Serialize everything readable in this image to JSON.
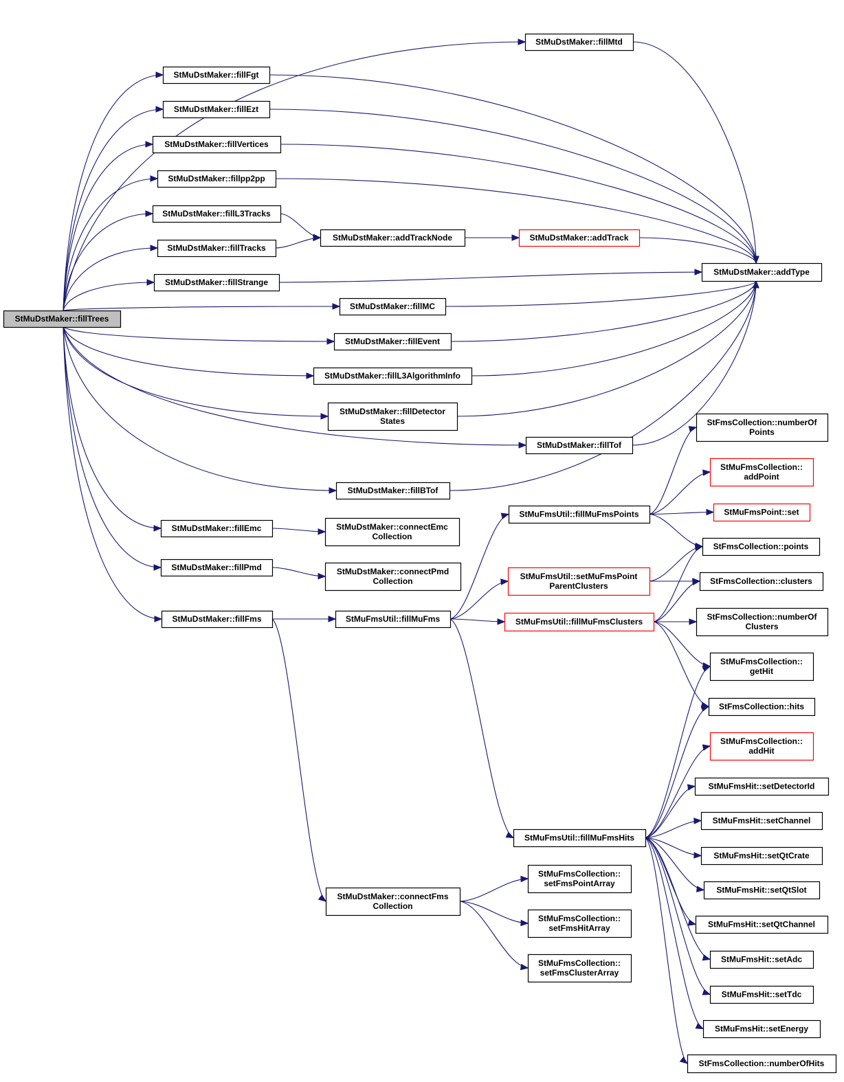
{
  "colors": {
    "edge": "#191970",
    "border_normal": "#000000",
    "border_truncated": "#ff0000",
    "root_fill": "#bfbfbf",
    "node_fill": "#ffffff"
  },
  "nodes": [
    {
      "id": "fillTrees",
      "lines": [
        "StMuDstMaker::fillTrees"
      ],
      "root": true
    },
    {
      "id": "fillMtd",
      "lines": [
        "StMuDstMaker::fillMtd"
      ]
    },
    {
      "id": "fillFgt",
      "lines": [
        "StMuDstMaker::fillFgt"
      ]
    },
    {
      "id": "fillEzt",
      "lines": [
        "StMuDstMaker::fillEzt"
      ]
    },
    {
      "id": "fillVertices",
      "lines": [
        "StMuDstMaker::fillVertices"
      ]
    },
    {
      "id": "fillpp2pp",
      "lines": [
        "StMuDstMaker::fillpp2pp"
      ]
    },
    {
      "id": "fillL3Tracks",
      "lines": [
        "StMuDstMaker::fillL3Tracks"
      ]
    },
    {
      "id": "fillTracks",
      "lines": [
        "StMuDstMaker::fillTracks"
      ]
    },
    {
      "id": "addTrackNode",
      "lines": [
        "StMuDstMaker::addTrackNode"
      ]
    },
    {
      "id": "addTrack",
      "lines": [
        "StMuDstMaker::addTrack"
      ],
      "truncated": true
    },
    {
      "id": "fillStrange",
      "lines": [
        "StMuDstMaker::fillStrange"
      ]
    },
    {
      "id": "addType",
      "lines": [
        "StMuDstMaker::addType"
      ]
    },
    {
      "id": "fillMC",
      "lines": [
        "StMuDstMaker::fillMC"
      ]
    },
    {
      "id": "fillEvent",
      "lines": [
        "StMuDstMaker::fillEvent"
      ]
    },
    {
      "id": "fillL3AlgorithmInfo",
      "lines": [
        "StMuDstMaker::fillL3AlgorithmInfo"
      ]
    },
    {
      "id": "fillDetectorStates",
      "lines": [
        "StMuDstMaker::fillDetector",
        "States"
      ]
    },
    {
      "id": "fillTof",
      "lines": [
        "StMuDstMaker::fillTof"
      ]
    },
    {
      "id": "fillBTof",
      "lines": [
        "StMuDstMaker::fillBTof"
      ]
    },
    {
      "id": "fillEmc",
      "lines": [
        "StMuDstMaker::fillEmc"
      ]
    },
    {
      "id": "connectEmc",
      "lines": [
        "StMuDstMaker::connectEmc",
        "Collection"
      ]
    },
    {
      "id": "fillPmd",
      "lines": [
        "StMuDstMaker::fillPmd"
      ]
    },
    {
      "id": "connectPmd",
      "lines": [
        "StMuDstMaker::connectPmd",
        "Collection"
      ]
    },
    {
      "id": "fillFms",
      "lines": [
        "StMuDstMaker::fillFms"
      ]
    },
    {
      "id": "fillMuFms",
      "lines": [
        "StMuFmsUtil::fillMuFms"
      ]
    },
    {
      "id": "fillMuFmsPoints",
      "lines": [
        "StMuFmsUtil::fillMuFmsPoints"
      ]
    },
    {
      "id": "setMuFmsPointParentClusters",
      "lines": [
        "StMuFmsUtil::setMuFmsPoint",
        "ParentClusters"
      ],
      "truncated": true
    },
    {
      "id": "fillMuFmsClusters",
      "lines": [
        "StMuFmsUtil::fillMuFmsClusters"
      ],
      "truncated": true
    },
    {
      "id": "numberOfPoints",
      "lines": [
        "StFmsCollection::numberOf",
        "Points"
      ]
    },
    {
      "id": "addPoint",
      "lines": [
        "StMuFmsCollection::",
        "addPoint"
      ],
      "truncated": true
    },
    {
      "id": "pointSet",
      "lines": [
        "StMuFmsPoint::set"
      ],
      "truncated": true
    },
    {
      "id": "points",
      "lines": [
        "StFmsCollection::points"
      ]
    },
    {
      "id": "clusters",
      "lines": [
        "StFmsCollection::clusters"
      ]
    },
    {
      "id": "numberOfClusters",
      "lines": [
        "StFmsCollection::numberOf",
        "Clusters"
      ]
    },
    {
      "id": "getHit",
      "lines": [
        "StMuFmsCollection::",
        "getHit"
      ]
    },
    {
      "id": "hits",
      "lines": [
        "StFmsCollection::hits"
      ]
    },
    {
      "id": "addHit",
      "lines": [
        "StMuFmsCollection::",
        "addHit"
      ],
      "truncated": true
    },
    {
      "id": "setDetectorId",
      "lines": [
        "StMuFmsHit::setDetectorId"
      ]
    },
    {
      "id": "setChannel",
      "lines": [
        "StMuFmsHit::setChannel"
      ]
    },
    {
      "id": "setQtCrate",
      "lines": [
        "StMuFmsHit::setQtCrate"
      ]
    },
    {
      "id": "setQtSlot",
      "lines": [
        "StMuFmsHit::setQtSlot"
      ]
    },
    {
      "id": "setQtChannel",
      "lines": [
        "StMuFmsHit::setQtChannel"
      ]
    },
    {
      "id": "setAdc",
      "lines": [
        "StMuFmsHit::setAdc"
      ]
    },
    {
      "id": "setTdc",
      "lines": [
        "StMuFmsHit::setTdc"
      ]
    },
    {
      "id": "setEnergy",
      "lines": [
        "StMuFmsHit::setEnergy"
      ]
    },
    {
      "id": "numberOfHits",
      "lines": [
        "StFmsCollection::numberOfHits"
      ]
    },
    {
      "id": "fillMuFmsHits",
      "lines": [
        "StMuFmsUtil::fillMuFmsHits"
      ]
    },
    {
      "id": "connectFms",
      "lines": [
        "StMuDstMaker::connectFms",
        "Collection"
      ]
    },
    {
      "id": "setFmsPointArray",
      "lines": [
        "StMuFmsCollection::",
        "setFmsPointArray"
      ]
    },
    {
      "id": "setFmsHitArray",
      "lines": [
        "StMuFmsCollection::",
        "setFmsHitArray"
      ]
    },
    {
      "id": "setFmsClusterArray",
      "lines": [
        "StMuFmsCollection::",
        "setFmsClusterArray"
      ]
    }
  ],
  "edges": [
    [
      "fillTrees",
      "fillMtd"
    ],
    [
      "fillTrees",
      "fillFgt"
    ],
    [
      "fillTrees",
      "fillEzt"
    ],
    [
      "fillTrees",
      "fillVertices"
    ],
    [
      "fillTrees",
      "fillpp2pp"
    ],
    [
      "fillTrees",
      "fillL3Tracks"
    ],
    [
      "fillTrees",
      "fillTracks"
    ],
    [
      "fillTrees",
      "fillStrange"
    ],
    [
      "fillTrees",
      "fillMC"
    ],
    [
      "fillTrees",
      "fillEvent"
    ],
    [
      "fillTrees",
      "fillL3AlgorithmInfo"
    ],
    [
      "fillTrees",
      "fillDetectorStates"
    ],
    [
      "fillTrees",
      "fillTof"
    ],
    [
      "fillTrees",
      "fillBTof"
    ],
    [
      "fillTrees",
      "fillEmc"
    ],
    [
      "fillTrees",
      "fillPmd"
    ],
    [
      "fillTrees",
      "fillFms"
    ],
    [
      "fillMtd",
      "addType"
    ],
    [
      "fillFgt",
      "addType"
    ],
    [
      "fillEzt",
      "addType"
    ],
    [
      "fillVertices",
      "addType"
    ],
    [
      "fillpp2pp",
      "addType"
    ],
    [
      "fillL3Tracks",
      "addTrackNode"
    ],
    [
      "fillTracks",
      "addTrackNode"
    ],
    [
      "addTrackNode",
      "addTrack"
    ],
    [
      "addTrack",
      "addType"
    ],
    [
      "fillStrange",
      "addType"
    ],
    [
      "fillMC",
      "addType"
    ],
    [
      "fillEvent",
      "addType"
    ],
    [
      "fillL3AlgorithmInfo",
      "addType"
    ],
    [
      "fillDetectorStates",
      "addType"
    ],
    [
      "fillTof",
      "addType"
    ],
    [
      "fillBTof",
      "addType"
    ],
    [
      "fillEmc",
      "connectEmc"
    ],
    [
      "fillPmd",
      "connectPmd"
    ],
    [
      "fillFms",
      "fillMuFms"
    ],
    [
      "fillFms",
      "connectFms"
    ],
    [
      "fillMuFms",
      "fillMuFmsPoints"
    ],
    [
      "fillMuFms",
      "setMuFmsPointParentClusters"
    ],
    [
      "fillMuFms",
      "fillMuFmsClusters"
    ],
    [
      "fillMuFms",
      "fillMuFmsHits"
    ],
    [
      "fillMuFmsPoints",
      "numberOfPoints"
    ],
    [
      "fillMuFmsPoints",
      "addPoint"
    ],
    [
      "fillMuFmsPoints",
      "pointSet"
    ],
    [
      "fillMuFmsPoints",
      "points"
    ],
    [
      "setMuFmsPointParentClusters",
      "points"
    ],
    [
      "setMuFmsPointParentClusters",
      "clusters"
    ],
    [
      "fillMuFmsClusters",
      "points"
    ],
    [
      "fillMuFmsClusters",
      "clusters"
    ],
    [
      "fillMuFmsClusters",
      "numberOfClusters"
    ],
    [
      "fillMuFmsClusters",
      "getHit"
    ],
    [
      "fillMuFmsClusters",
      "hits"
    ],
    [
      "fillMuFmsHits",
      "getHit"
    ],
    [
      "fillMuFmsHits",
      "hits"
    ],
    [
      "fillMuFmsHits",
      "addHit"
    ],
    [
      "fillMuFmsHits",
      "setDetectorId"
    ],
    [
      "fillMuFmsHits",
      "setChannel"
    ],
    [
      "fillMuFmsHits",
      "setQtCrate"
    ],
    [
      "fillMuFmsHits",
      "setQtSlot"
    ],
    [
      "fillMuFmsHits",
      "setQtChannel"
    ],
    [
      "fillMuFmsHits",
      "setAdc"
    ],
    [
      "fillMuFmsHits",
      "setTdc"
    ],
    [
      "fillMuFmsHits",
      "setEnergy"
    ],
    [
      "fillMuFmsHits",
      "numberOfHits"
    ],
    [
      "connectFms",
      "setFmsPointArray"
    ],
    [
      "connectFms",
      "setFmsHitArray"
    ],
    [
      "connectFms",
      "setFmsClusterArray"
    ]
  ]
}
